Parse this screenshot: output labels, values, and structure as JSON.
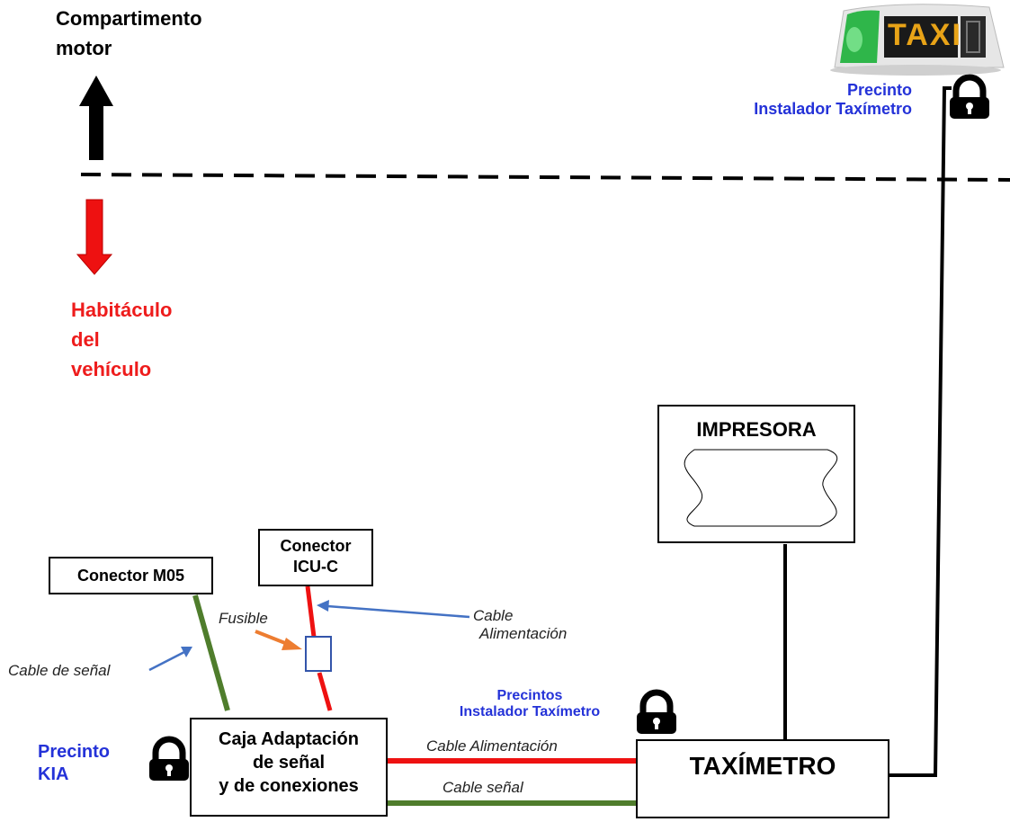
{
  "engine_compartment": {
    "line1": "Compartimento",
    "line2": "motor"
  },
  "cabin": {
    "line1": "Habitáculo",
    "line2": "del",
    "line3": "vehículo"
  },
  "seal_taxi_light": {
    "line1": "Precinto",
    "line2": "Instalador Taxímetro"
  },
  "taxi_light": {
    "sign_text": "TAXI"
  },
  "printer": {
    "label": "IMPRESORA"
  },
  "connector_m05": {
    "label": "Conector M05"
  },
  "connector_icu": {
    "line1": "Conector",
    "line2": "ICU-C"
  },
  "fuse": {
    "label": "Fusible"
  },
  "cable_power_top": {
    "line1": "Cable",
    "line2": "Alimentación"
  },
  "cable_signal_left": {
    "label": "Cable de señal"
  },
  "seals_taximeter": {
    "line1": "Precintos",
    "line2": "Instalador Taxímetro"
  },
  "seal_kia": {
    "line1": "Precinto",
    "line2": "KIA"
  },
  "adapter_box": {
    "line1": "Caja Adaptación",
    "line2": "de señal",
    "line3": "y de conexiones"
  },
  "cable_power_bottom": {
    "label": "Cable Alimentación"
  },
  "cable_signal_bottom": {
    "label": "Cable señal"
  },
  "taximeter": {
    "label": "TAXÍMETRO"
  },
  "colors": {
    "power_cable": "#ee1111",
    "signal_cable": "#4f7d2c",
    "pointer_arrow": "#4472c4",
    "fuse_pointer": "#ed7d31",
    "seal_text": "#2432d8",
    "cabin_text": "#ee1c1c",
    "taxi_light_green": "#2fb64a",
    "taxi_sign": "#e8a317"
  }
}
